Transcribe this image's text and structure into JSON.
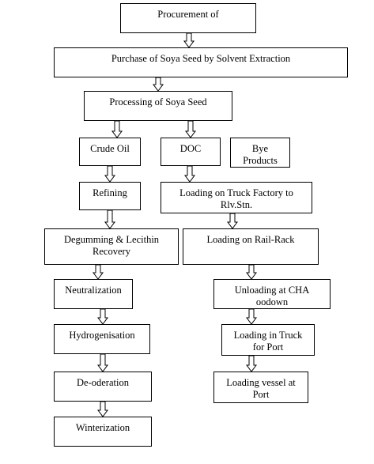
{
  "nodes": {
    "procurement": "Procurement of",
    "purchase": "Purchase of Soya Seed by Solvent Extraction",
    "processing": "Processing of Soya Seed",
    "crude_oil": "Crude Oil",
    "doc": "DOC",
    "bye_products": "Bye\nProducts",
    "refining": "Refining",
    "loading_truck_factory": "Loading on Truck Factory to\nRlv.Stn.",
    "degumming": "Degumming & Lecithin\nRecovery",
    "loading_rail_rack": "Loading on Rail-Rack",
    "neutralization": "Neutralization",
    "unloading_cha": "Unloading at CHA\noodown",
    "hydrogenisation": "Hydrogenisation",
    "loading_truck_port": "Loading in Truck\nfor Port",
    "deoderation": "De-oderation",
    "loading_vessel": "Loading vessel at\nPort",
    "winterization": "Winterization"
  },
  "colors": {
    "stroke": "#000000",
    "fill": "#ffffff"
  }
}
